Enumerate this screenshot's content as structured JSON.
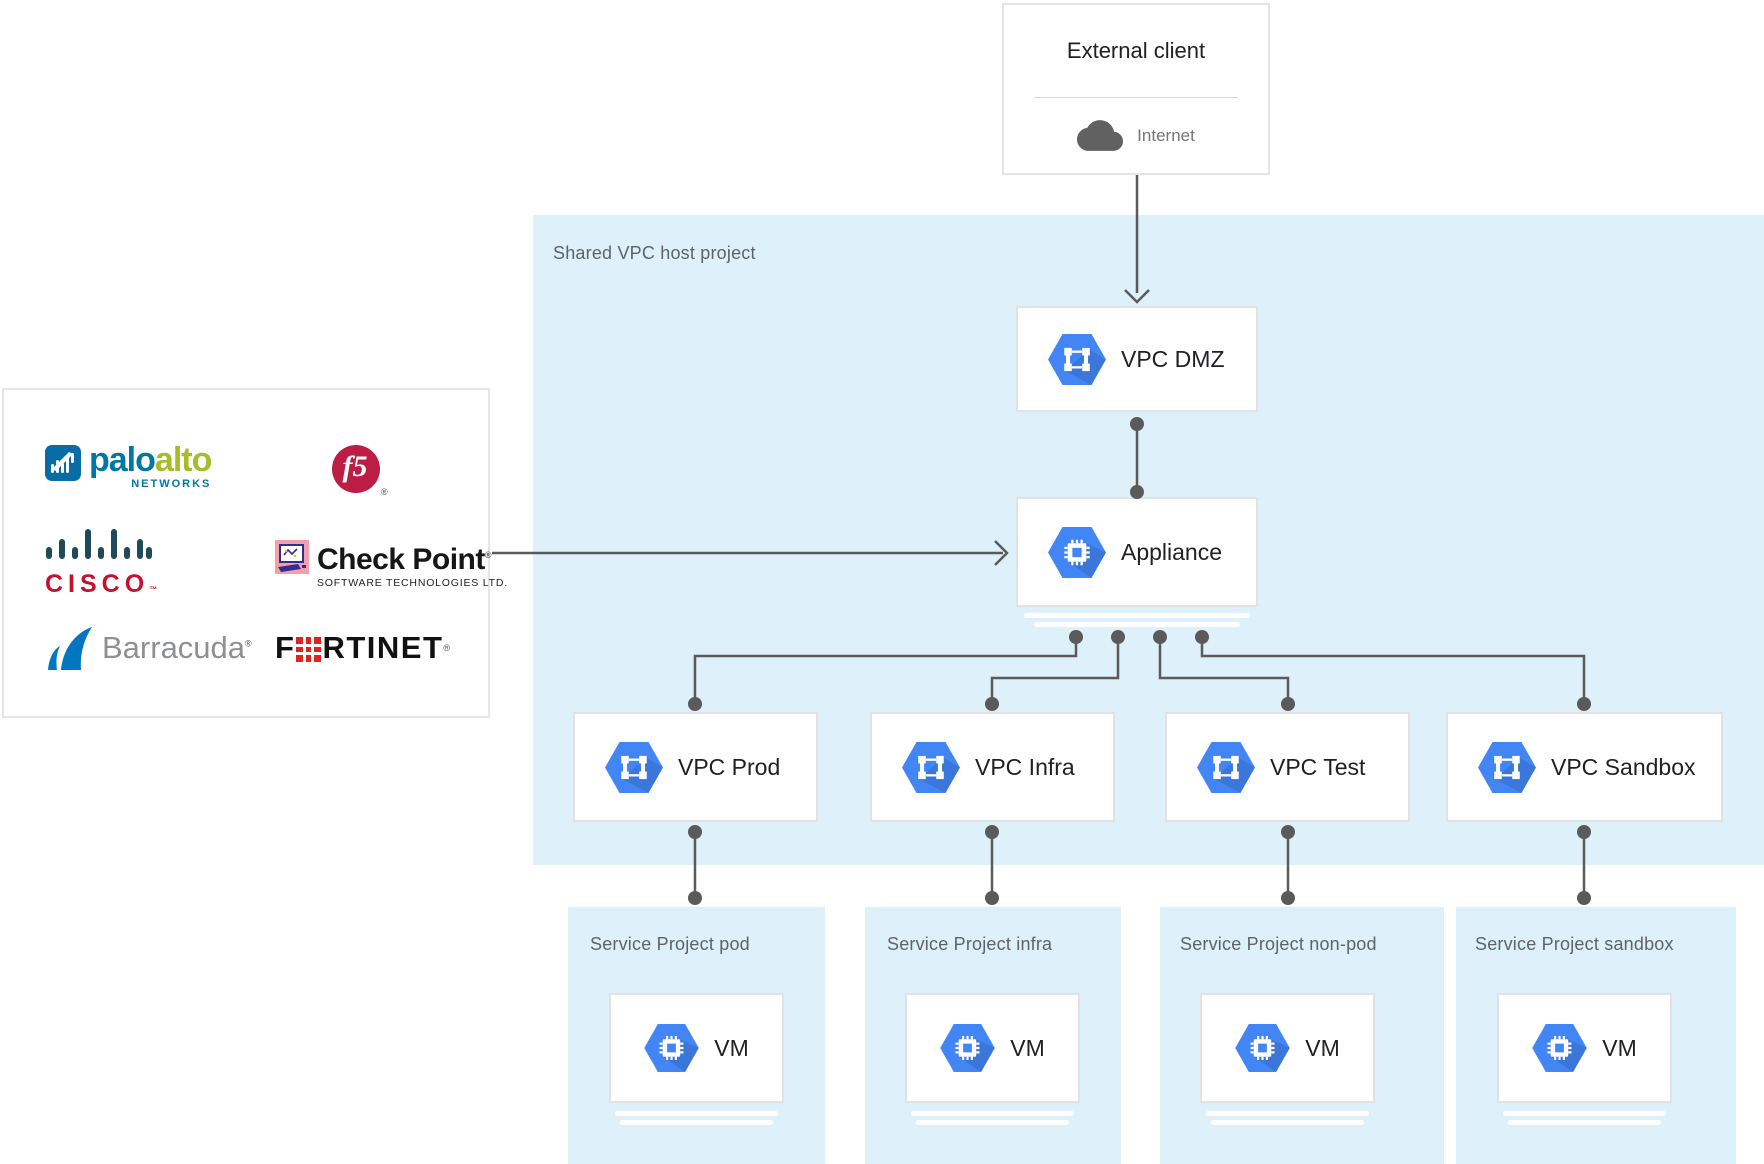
{
  "external_client": {
    "title": "External client",
    "network_label": "Internet"
  },
  "host_project": {
    "label": "Shared VPC host project"
  },
  "nodes": {
    "dmz": {
      "label": "VPC DMZ"
    },
    "appliance": {
      "label": "Appliance"
    },
    "vpcs": [
      {
        "label": "VPC Prod"
      },
      {
        "label": "VPC Infra"
      },
      {
        "label": "VPC Test"
      },
      {
        "label": "VPC Sandbox"
      }
    ]
  },
  "service_projects": [
    {
      "label": "Service Project pod",
      "vm_label": "VM"
    },
    {
      "label": "Service Project infra",
      "vm_label": "VM"
    },
    {
      "label": "Service Project non-pod",
      "vm_label": "VM"
    },
    {
      "label": "Service Project sandbox",
      "vm_label": "VM"
    }
  ],
  "vendors": {
    "paloalto": {
      "word_blue": "palo",
      "word_green": "alto",
      "subtext": "NETWORKS"
    },
    "f5": {
      "monogram": "f5",
      "mark": "®"
    },
    "cisco": {
      "wordmark": "CISCO",
      "mark": "™"
    },
    "checkpoint": {
      "wordmark": "Check Point",
      "mark": "®",
      "subtext": "SOFTWARE TECHNOLOGIES LTD."
    },
    "barracuda": {
      "wordmark": "Barracuda",
      "mark": "®"
    },
    "fortinet": {
      "prefix": "F",
      "suffix": "RTINET",
      "mark": "®"
    }
  },
  "icons": {
    "internet": "cloud-icon",
    "vpc_node": "vpc-network-hexagon-icon",
    "compute_node": "compute-engine-hexagon-icon"
  },
  "colors": {
    "panel_blue": "#def0fa",
    "gcp_blue": "#4285f4",
    "connector_gray": "#5a5a5a",
    "card_border": "#e2e2e2",
    "label_gray": "#5f6368",
    "title_dark": "#212121",
    "cisco_red": "#c4122e",
    "cisco_teal": "#1f4a5a",
    "f5_red": "#bd1c45",
    "paloalto_blue": "#0076a3",
    "paloalto_green": "#a6bc28",
    "checkpoint_pink": "#f29fae",
    "barracuda_blue": "#0077c0",
    "barracuda_gray": "#8e9093",
    "fortinet_red": "#dd2420"
  }
}
